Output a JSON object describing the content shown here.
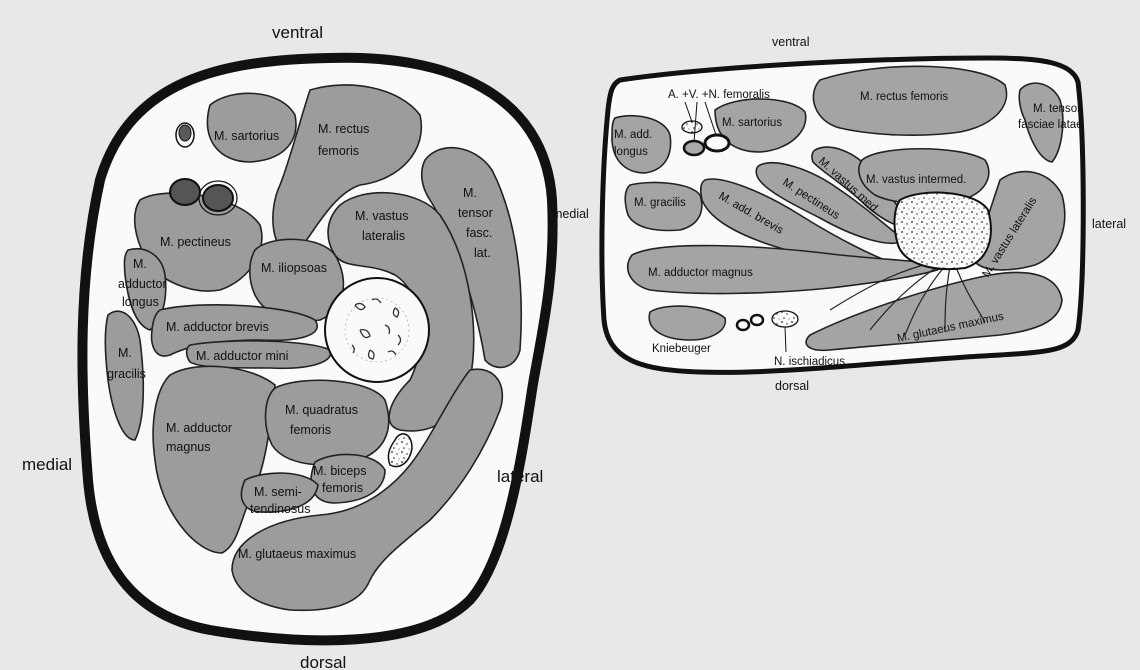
{
  "left_section": {
    "orientation": {
      "ventral": "ventral",
      "dorsal": "dorsal",
      "medial": "medial",
      "lateral": "lateral"
    },
    "muscles": {
      "sartorius": [
        "M. sartorius"
      ],
      "rectus_femoris": [
        "M. rectus",
        "femoris"
      ],
      "tensor": [
        "M.",
        "tensor",
        "fasc.",
        "lat."
      ],
      "vastus_lateralis": [
        "M. vastus",
        "lateralis"
      ],
      "pectineus": [
        "M. pectineus"
      ],
      "iliopsoas": [
        "M. iliopsoas"
      ],
      "adductor_longus": [
        "M.",
        "adductor",
        "longus"
      ],
      "adductor_brevis": [
        "M. adductor brevis"
      ],
      "adductor_mini": [
        "M. adductor mini"
      ],
      "gracilis": [
        "M.",
        "gracilis"
      ],
      "adductor_magnus": [
        "M. adductor",
        "magnus"
      ],
      "quadratus_femoris": [
        "M. quadratus",
        "femoris"
      ],
      "biceps_femoris": [
        "M. biceps",
        "femoris"
      ],
      "semitendinosus": [
        "M. semi-",
        "tendinosus"
      ],
      "glutaeus_maximus": [
        "M. glutaeus maximus"
      ]
    }
  },
  "right_section": {
    "orientation": {
      "ventral": "ventral",
      "dorsal": "dorsal",
      "medial": "medial",
      "lateral": "lateral"
    },
    "labels": {
      "femoralis": "A. +V. +N. femoralis",
      "rectus_femoris": "M. rectus femoris",
      "tensor": [
        "M. tensor",
        "fasciae latae"
      ],
      "add_longus": [
        "M. add.",
        "longus"
      ],
      "sartorius": "M. sartorius",
      "vastus_med": "M. vastus med.",
      "vastus_intermed": "M. vastus intermed.",
      "gracilis": "M. gracilis",
      "add_brevis": "M. add. brevis",
      "pectineus": "M. pectineus",
      "vastus_lateralis": "M. vastus lateralis",
      "adductor_magnus": "M. adductor magnus",
      "glutaeus_maximus": "M. glutaeus maximus",
      "kniebeuger": "Kniebeuger",
      "ischiadicus": "N. ischiadicus"
    }
  }
}
